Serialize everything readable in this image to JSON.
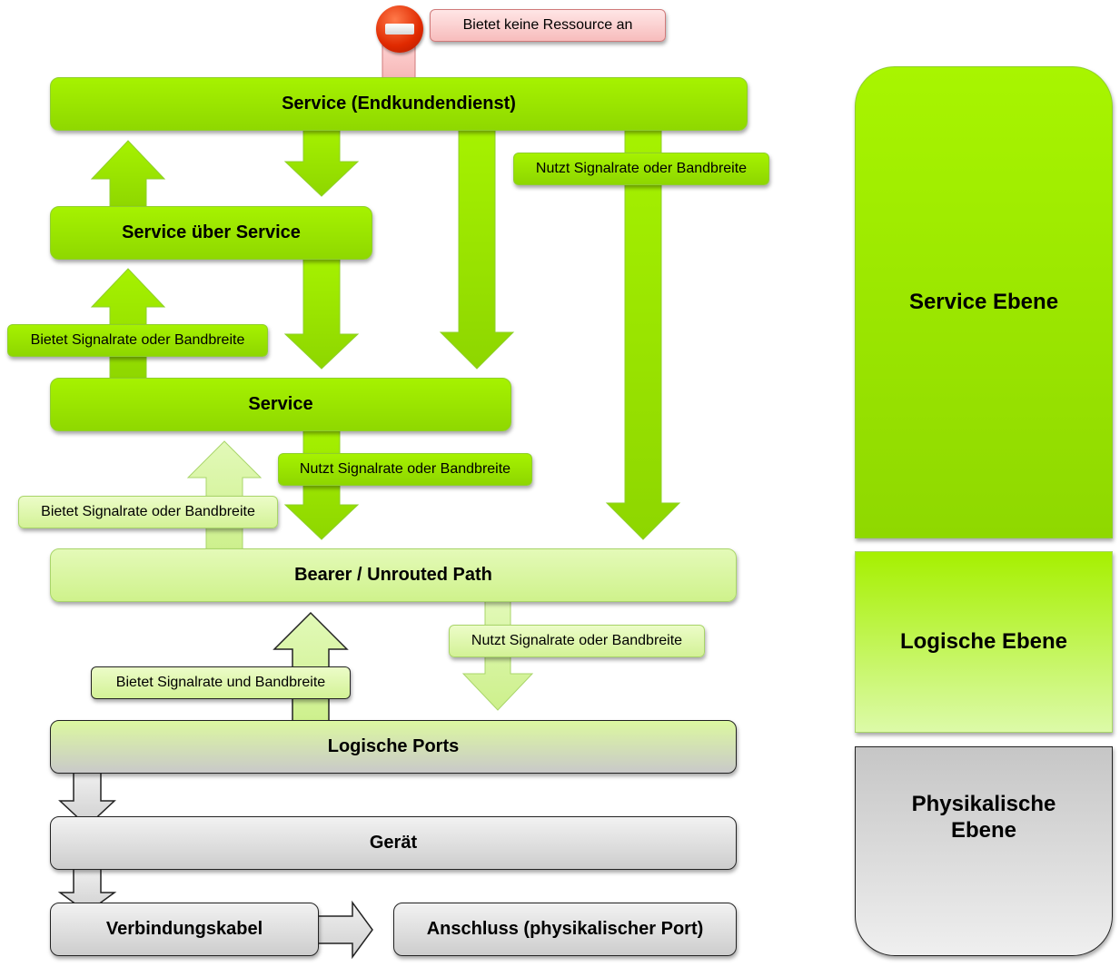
{
  "diagram": {
    "notice": {
      "icon": "no-entry-icon",
      "label": "Bietet keine Ressource an"
    },
    "nodes": {
      "service_endkunde": "Service (Endkundendienst)",
      "service_ueber_service": "Service über Service",
      "service": "Service",
      "bearer": "Bearer / Unrouted Path",
      "logische_ports": "Logische Ports",
      "geraet": "Gerät",
      "verbindungskabel": "Verbindungskabel",
      "anschluss": "Anschluss (physikalischer Port)"
    },
    "edge_labels": {
      "nutzt_top_right": "Nutzt Signalrate oder Bandbreite",
      "bietet_service_to_sus": "Bietet Signalrate oder Bandbreite",
      "nutzt_service_to_bearer": "Nutzt Signalrate oder Bandbreite",
      "bietet_bearer_to_service": "Bietet Signalrate oder Bandbreite",
      "nutzt_bearer_to_ports": "Nutzt Signalrate oder Bandbreite",
      "bietet_ports_to_bearer": "Bietet Signalrate und Bandbreite"
    },
    "layers": [
      {
        "name": "Service Ebene"
      },
      {
        "name": "Logische Ebene"
      },
      {
        "name": "Physikalische Ebene",
        "lines": [
          "Physikalische",
          "Ebene"
        ]
      }
    ],
    "colors": {
      "service_green": "#9be600",
      "logic_light_green": "#d6f59c",
      "physical_gray": "#d9d9d9",
      "warning_red": "#e02a00",
      "warning_pink": "#f9c9c9"
    }
  }
}
